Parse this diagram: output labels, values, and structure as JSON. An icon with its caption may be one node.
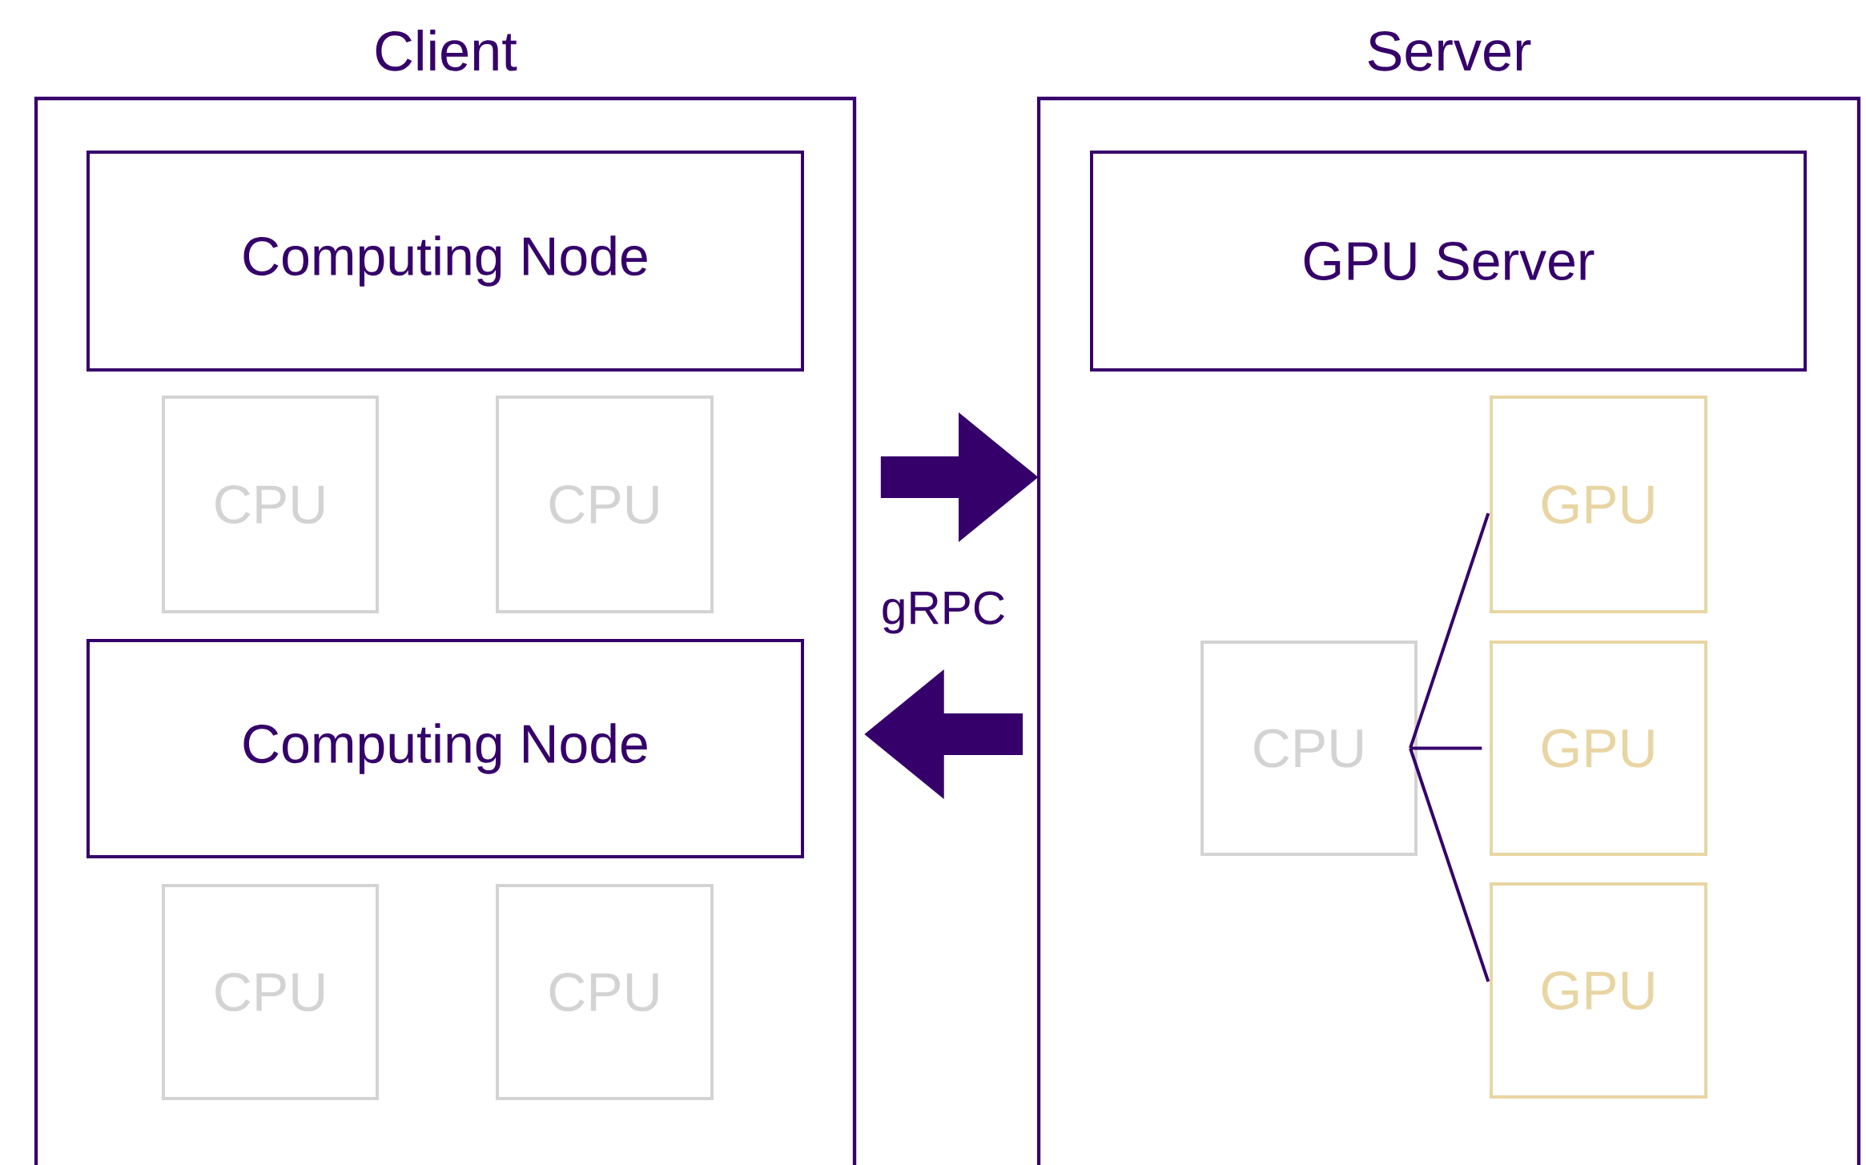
{
  "diagram": {
    "nodes": [
      {
        "text": [
          "Client"
        ]
      },
      {
        "text": [
          "Computing Node"
        ],
        "in": 0
      },
      {
        "text": [
          "CPU"
        ],
        "in": 0
      },
      {
        "text": [
          "CPU"
        ],
        "in": 0
      },
      {
        "text": [
          "Computing Node"
        ],
        "in": 0
      },
      {
        "text": [
          "CPU"
        ],
        "in": 0
      },
      {
        "text": [
          "CPU"
        ],
        "in": 0
      },
      {
        "text": [
          "Server"
        ]
      },
      {
        "text": [
          "GPU Server"
        ],
        "in": 7
      },
      {
        "text": [
          "CPU"
        ],
        "in": 7
      },
      {
        "text": [
          "GPU"
        ],
        "in": 7
      },
      {
        "text": [
          "GPU"
        ],
        "in": 7
      },
      {
        "text": [
          "GPU"
        ],
        "in": 7
      }
    ],
    "edges": [
      {
        "from": 0,
        "to": 7,
        "arrow": "to",
        "style": "thick",
        "label": "gRPC"
      },
      {
        "from": 7,
        "to": 0,
        "arrow": "to",
        "style": "thick"
      },
      {
        "from": 9,
        "to": 10,
        "arrow": "none"
      },
      {
        "from": 9,
        "to": 11,
        "arrow": "none"
      },
      {
        "from": 9,
        "to": 12,
        "arrow": "none"
      }
    ]
  }
}
